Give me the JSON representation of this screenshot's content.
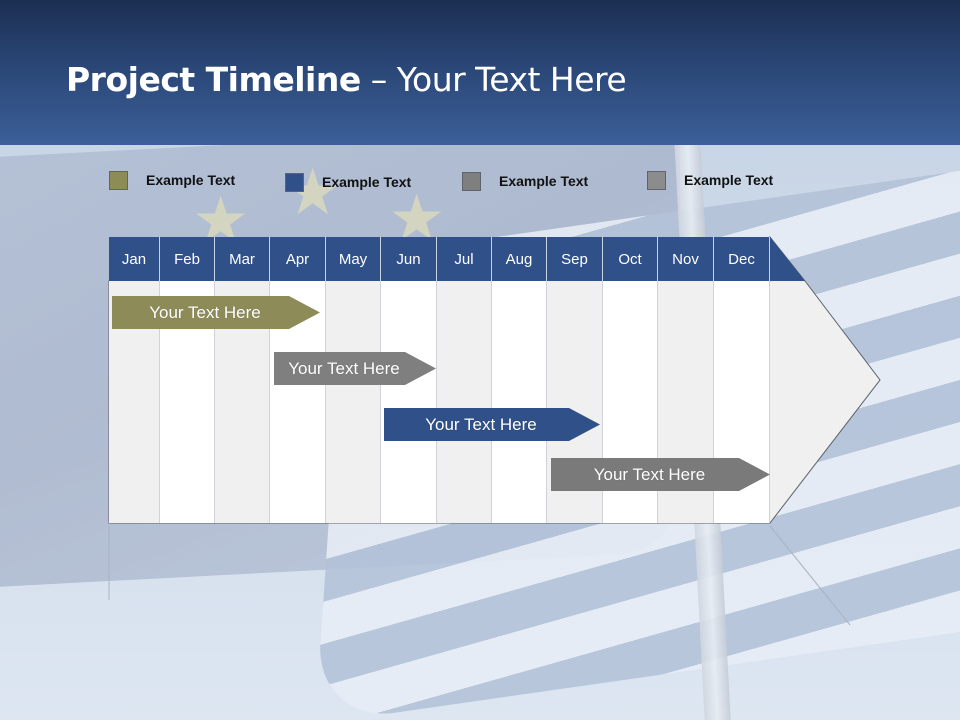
{
  "slide": {
    "title_bold": "Project Timeline",
    "title_rest": " – Your Text Here"
  },
  "legend": [
    {
      "label": "Example Text",
      "color": "#8d8b58"
    },
    {
      "label": "Example Text",
      "color": "#2f5089"
    },
    {
      "label": "Example Text",
      "color": "#7f7f7f"
    },
    {
      "label": "Example Text",
      "color": "#8c8c8c"
    }
  ],
  "months": [
    "Jan",
    "Feb",
    "Mar",
    "Apr",
    "May",
    "Jun",
    "Jul",
    "Aug",
    "Sep",
    "Oct",
    "Nov",
    "Dec"
  ],
  "tasks": [
    {
      "label": "Your  Text Here",
      "color": "#8d8b58"
    },
    {
      "label": "Your  Text Here",
      "color": "#7f7f7f"
    },
    {
      "label": "Your  Text Here",
      "color": "#2f5089"
    },
    {
      "label": "Your  Text Here",
      "color": "#7a7a7a"
    }
  ],
  "colors": {
    "header_dark": "#1c2f52",
    "header_light": "#3b5f98",
    "month_bar": "#2f5089",
    "arrow_fill": "#f0f0f0"
  }
}
